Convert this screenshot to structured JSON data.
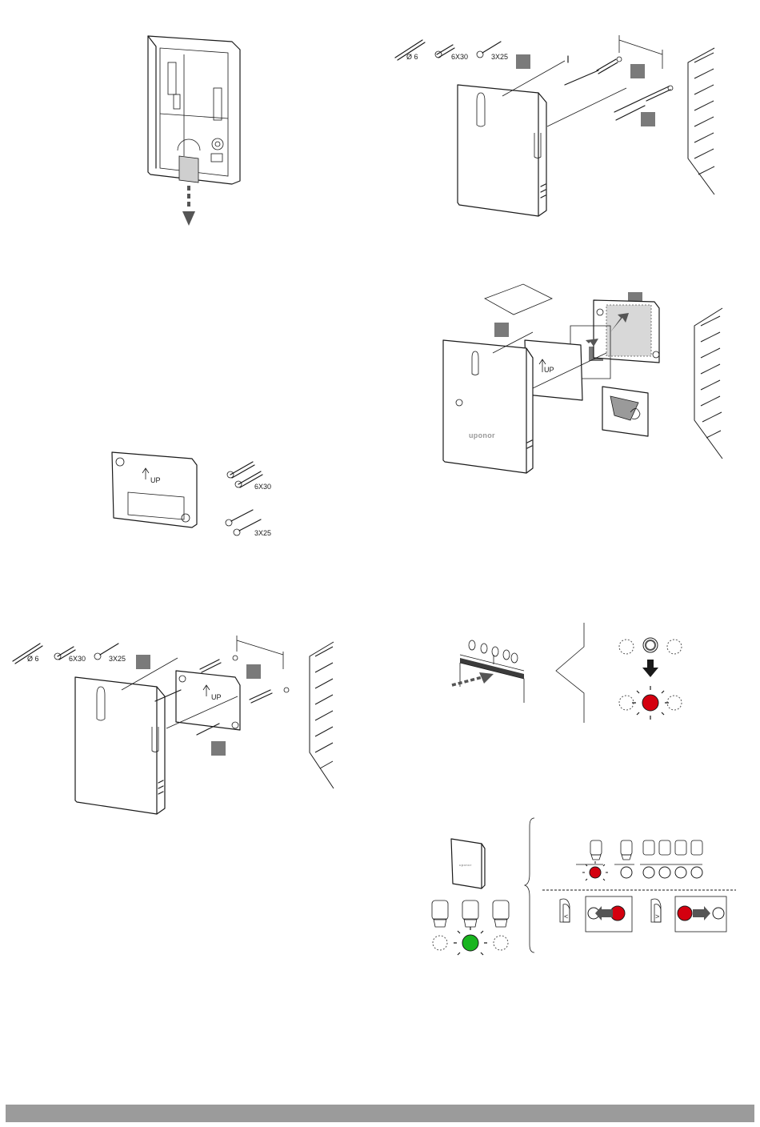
{
  "hardware": {
    "drill": "Ø 6",
    "plug": "6X30",
    "screw": "3X25"
  },
  "device": {
    "brand": "uponor"
  },
  "diagram_marks": {
    "up_arrow_text": "UP",
    "prev_button": "<",
    "next_button": ">"
  },
  "colors": {
    "led_red": "#d4000f",
    "led_green": "#19b51f",
    "step_badge": "#7a7a7a",
    "footer_bar": "#9b9b9b"
  }
}
